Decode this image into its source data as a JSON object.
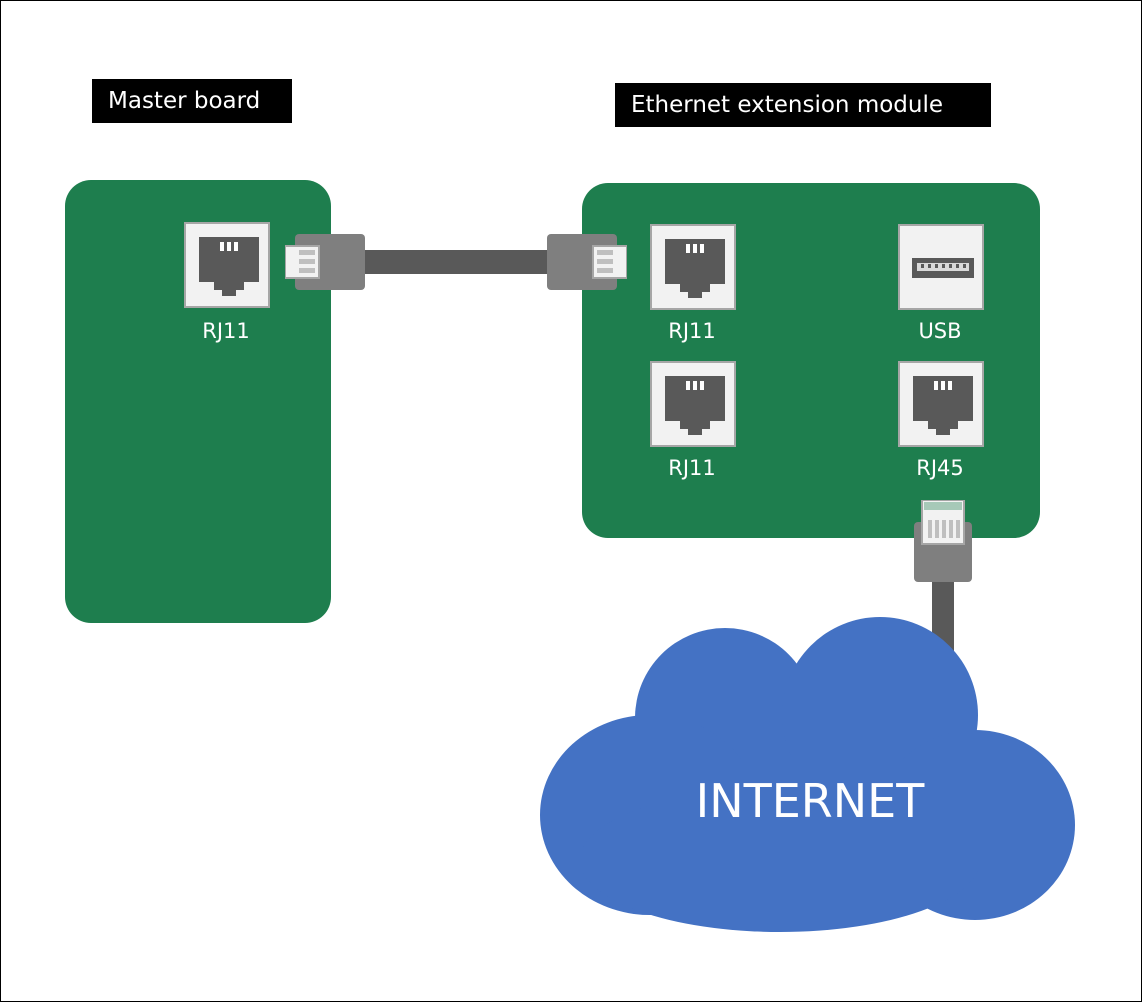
{
  "titles": {
    "master_board": "Master board",
    "extension_module": "Ethernet extension module"
  },
  "ports": {
    "master_rj11": "RJ11",
    "ext_rj11_top": "RJ11",
    "ext_rj11_bottom": "RJ11",
    "ext_usb": "USB",
    "ext_rj45": "RJ45"
  },
  "cloud": {
    "label": "INTERNET"
  },
  "colors": {
    "board": "#1e7e4e",
    "cloud": "#4472c4",
    "cable": "#595959",
    "port_face": "#f2f2f2",
    "jack": "#595959",
    "title_bg": "#000000"
  }
}
